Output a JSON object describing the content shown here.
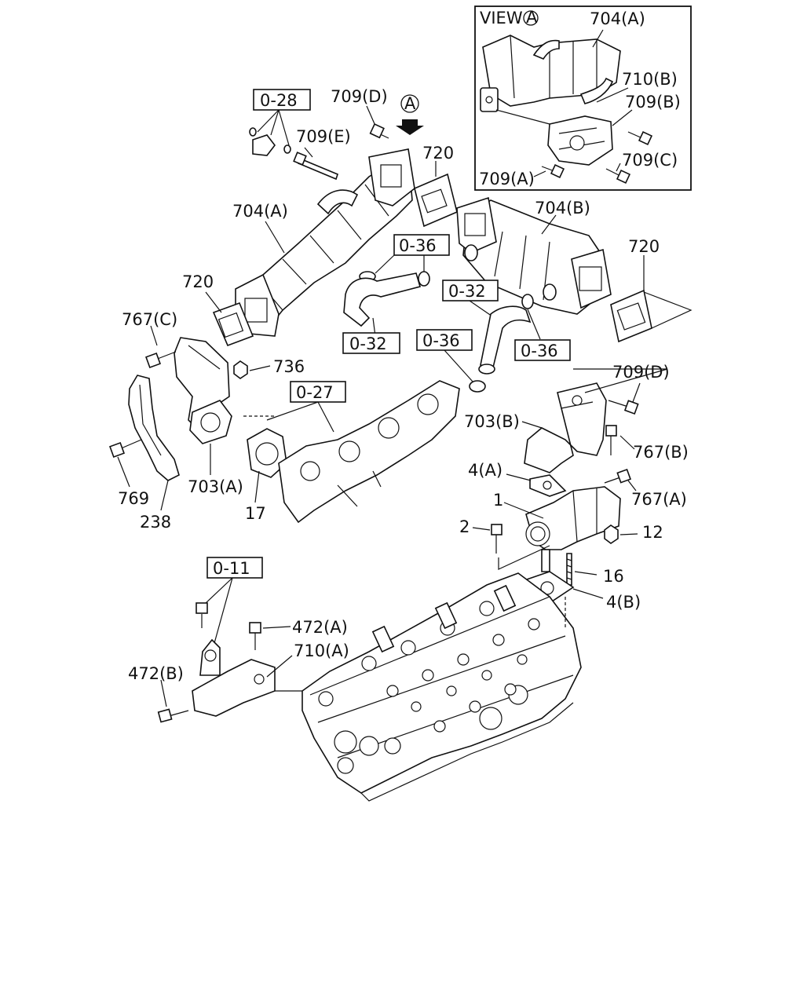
{
  "inset": {
    "view_label": "VIEW",
    "view_marker": "A",
    "labels": [
      "704(A)",
      "710(B)",
      "709(B)",
      "709(C)",
      "709(A)"
    ]
  },
  "view_arrow_marker": "A",
  "ref_boxes": {
    "r028": "0-28",
    "r036a": "0-36",
    "r032a": "0-32",
    "r032b": "0-32",
    "r036b": "0-36",
    "r036c": "0-36",
    "r027": "0-27",
    "r011": "0-11"
  },
  "labels": {
    "l709d_top": "709(D)",
    "l709e": "709(E)",
    "l720_a": "720",
    "l704a": "704(A)",
    "l704b": "704(B)",
    "l720_b": "720",
    "l720_c": "720",
    "l767c": "767(C)",
    "l736": "736",
    "l709d_mid": "709(D)",
    "l703b": "703(B)",
    "l767b": "767(B)",
    "l4a": "4(A)",
    "l767a": "767(A)",
    "l1": "1",
    "l2": "2",
    "l12": "12",
    "l16": "16",
    "l4b": "4(B)",
    "l769": "769",
    "l238": "238",
    "l703a": "703(A)",
    "l17": "17",
    "l472a": "472(A)",
    "l710a": "710(A)",
    "l472b": "472(B)"
  }
}
